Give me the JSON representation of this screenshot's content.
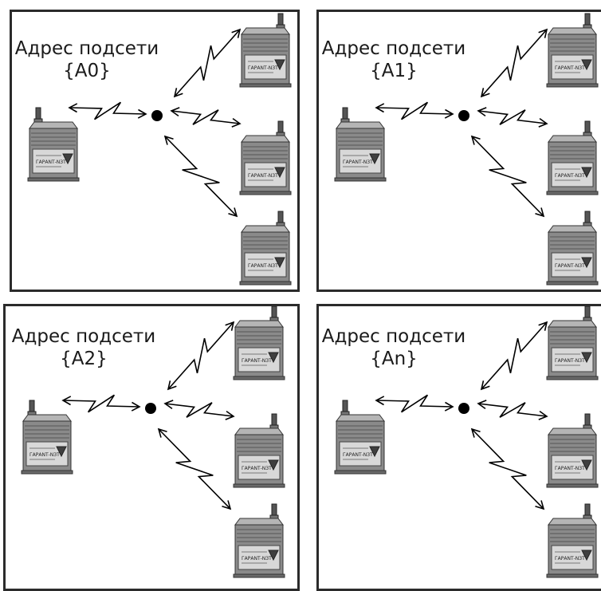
{
  "panels": [
    {
      "label_line1": "Адрес подсети",
      "label_line2": "{A0}"
    },
    {
      "label_line1": "Адрес подсети",
      "label_line2": "{A1}"
    },
    {
      "label_line1": "Адрес подсети",
      "label_line2": "{A2}"
    },
    {
      "label_line1": "Адрес подсети",
      "label_line2": "{An}"
    }
  ],
  "device": {
    "model_text": "ГАРАNТ-NЗТ",
    "icon": "radio-module-icon"
  },
  "colors": {
    "border": "#2b2b2b",
    "text": "#1a1a1a",
    "device_body": "#8a8a8a",
    "device_dark": "#3f3f3f",
    "node": "#000000"
  }
}
